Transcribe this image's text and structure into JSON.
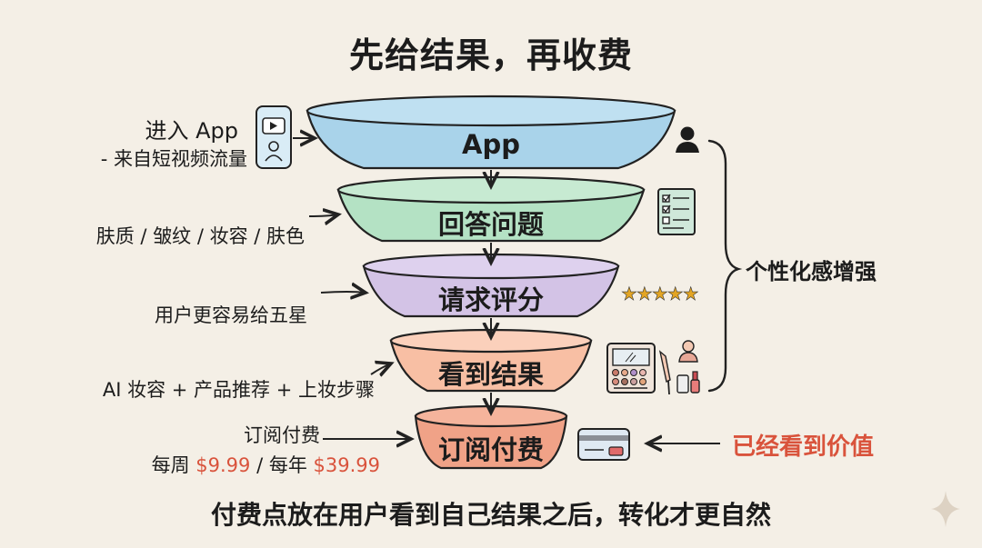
{
  "title": "先给结果，再收费",
  "footer": "付费点放在用户看到自己结果之后，转化才更自然",
  "colors": {
    "background": "#f4efe6",
    "app": "#a9d3ea",
    "questions": "#b4e2c4",
    "rating": "#d3c3e6",
    "results": "#f8bfa4",
    "subscribe": "#f0a287",
    "accent": "#d9533c"
  },
  "funnel": {
    "stages": [
      {
        "label": "App"
      },
      {
        "label": "回答问题"
      },
      {
        "label": "请求评分"
      },
      {
        "label": "看到结果"
      },
      {
        "label": "订阅付费"
      }
    ]
  },
  "left_notes": {
    "enter_line1": "进入 App",
    "enter_line2": "- 来自短视频流量",
    "questions": "肤质 / 皱纹 / 妆容 / 肤色",
    "rating": "用户更容易给五星",
    "results": "AI 妆容 + 产品推荐 + 上妆步骤",
    "pay_line1": "订阅付费",
    "pay_weekly_prefix": "每周 ",
    "pay_weekly_price": "$9.99",
    "pay_separator": " / 每年 ",
    "pay_yearly_price": "$39.99"
  },
  "right_notes": {
    "bracket_label": "个性化感增强",
    "value_label": "已经看到价值",
    "stars": "★★★★★"
  },
  "icons": [
    "phone-video-icon",
    "user-icon",
    "checklist-icon",
    "five-stars-icon",
    "makeup-palette-icon",
    "credit-card-icon",
    "sparkle-icon"
  ]
}
